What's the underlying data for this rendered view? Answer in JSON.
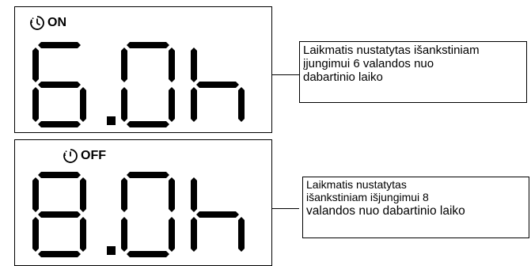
{
  "panels": [
    {
      "mode_label": "ON",
      "digits": [
        "6",
        ".",
        "0",
        "h"
      ],
      "caption_lines": [
        "Laikmatis nustatytas išankstiniam",
        "įjungimui 6 valandos nuo",
        "dabartinio laiko"
      ]
    },
    {
      "mode_label": "OFF",
      "digits": [
        "8",
        ".",
        "0",
        "h"
      ],
      "caption_lines": [
        "Laikmatis nustatytas",
        "išankstiniam išjungimui 8",
        "valandos nuo dabartinio laiko"
      ]
    }
  ],
  "icon": "timer-clock-icon",
  "colors": {
    "ink": "#000000",
    "background": "#ffffff"
  }
}
